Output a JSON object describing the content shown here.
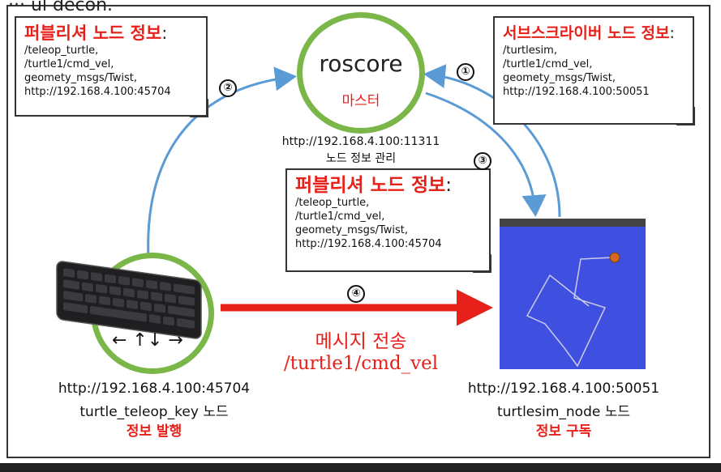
{
  "top_fragment": "··· ul  decon.",
  "roscore": {
    "name": "roscore",
    "role": "마스터",
    "uri": "http://192.168.4.100:11311",
    "desc": "노드 정보 관리"
  },
  "publisher_note_top": {
    "title": "퍼블리셔 노드 정보",
    "colon": ":",
    "lines": [
      "/teleop_turtle,",
      "/turtle1/cmd_vel,",
      "geomety_msgs/Twist,",
      "http://192.168.4.100:45704"
    ]
  },
  "subscriber_note": {
    "title": "서브스크라이버 노드 정보",
    "colon": ":",
    "lines": [
      "/turtlesim,",
      "/turtle1/cmd_vel,",
      "geomety_msgs/Twist,",
      "http://192.168.4.100:50051"
    ]
  },
  "publisher_note_mid": {
    "title": "퍼블리셔 노드 정보",
    "colon": ":",
    "lines": [
      "/teleop_turtle,",
      "/turtle1/cmd_vel,",
      "geomety_msgs/Twist,",
      "http://192.168.4.100:45704"
    ]
  },
  "steps": [
    "①",
    "②",
    "③",
    "④"
  ],
  "teleop_node": {
    "keys": "← ↑↓ →",
    "uri": "http://192.168.4.100:45704",
    "name": "turtle_teleop_key 노드",
    "action": "정보 발행"
  },
  "turtlesim_node": {
    "uri": "http://192.168.4.100:50051",
    "name": "turtlesim_node 노드",
    "action": "정보 구독"
  },
  "message": {
    "label": "메시지 전송",
    "topic": "/turtle1/cmd_vel"
  },
  "colors": {
    "accent_red": "#e8201a",
    "arrow_blue": "#5b9bd5",
    "circle_green": "#7ab648",
    "turtle_bg": "#3f4fe0"
  }
}
